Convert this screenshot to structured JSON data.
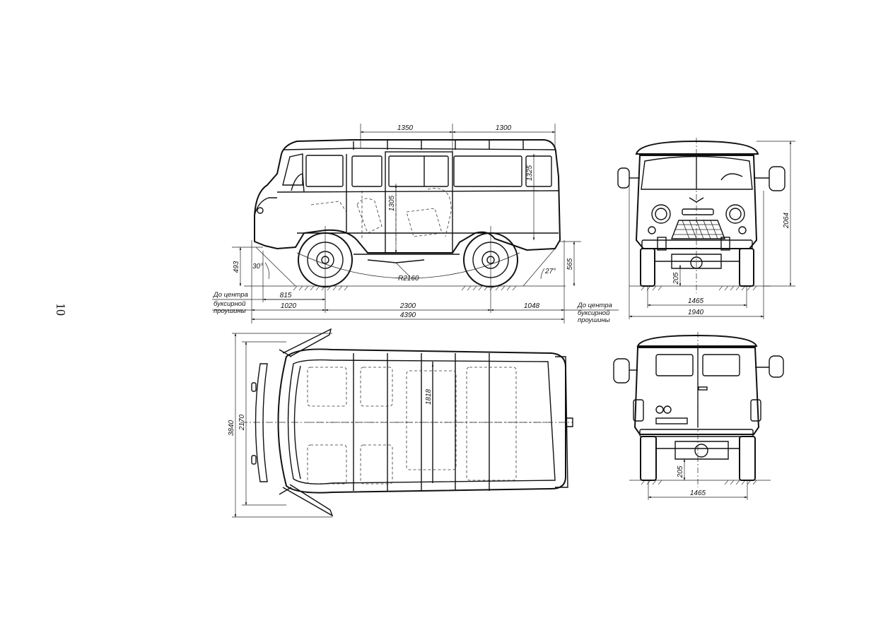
{
  "page_number": "10",
  "side_view": {
    "dims": {
      "top_left": "1350",
      "top_right": "1300",
      "window_height": "1325",
      "door_height": "1305",
      "front_clearance": "493",
      "rear_clearance": "565",
      "approach_angle": "30°",
      "departure_angle": "27°",
      "ramp_radius": "R2160",
      "front_tow_to_axle": "815",
      "front_overhang": "1020",
      "wheelbase": "2300",
      "rear_overhang": "1048",
      "overall_length": "4390"
    },
    "notes": {
      "front_tow_line1": "До центра",
      "front_tow_line2": "буксирной",
      "front_tow_line3": "проушины",
      "rear_tow_line1": "До центра",
      "rear_tow_line2": "буксирной",
      "rear_tow_line3": "проушины"
    }
  },
  "front_view": {
    "dims": {
      "overall_height": "2064",
      "ground_clearance": "205",
      "track": "1465",
      "overall_width": "1940"
    }
  },
  "top_view": {
    "dims": {
      "door_open_width": "3840",
      "body_width": "2170",
      "interior_length": "1818"
    }
  },
  "rear_view": {
    "dims": {
      "ground_clearance": "205",
      "track": "1465"
    }
  }
}
